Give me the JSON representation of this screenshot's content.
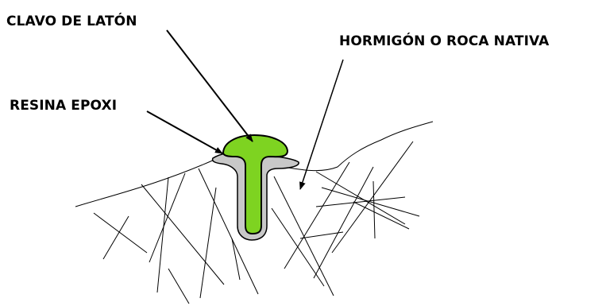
{
  "labels": {
    "brass_nail": "CLAVO DE LATÓN",
    "concrete_rock": "HORMIGÓN O ROCA NATIVA",
    "epoxy_resin": "RESINA EPOXI"
  },
  "colors": {
    "nail": "#7ed321",
    "resin": "#c8c8c8",
    "outline": "#000000",
    "background": "#ffffff"
  }
}
